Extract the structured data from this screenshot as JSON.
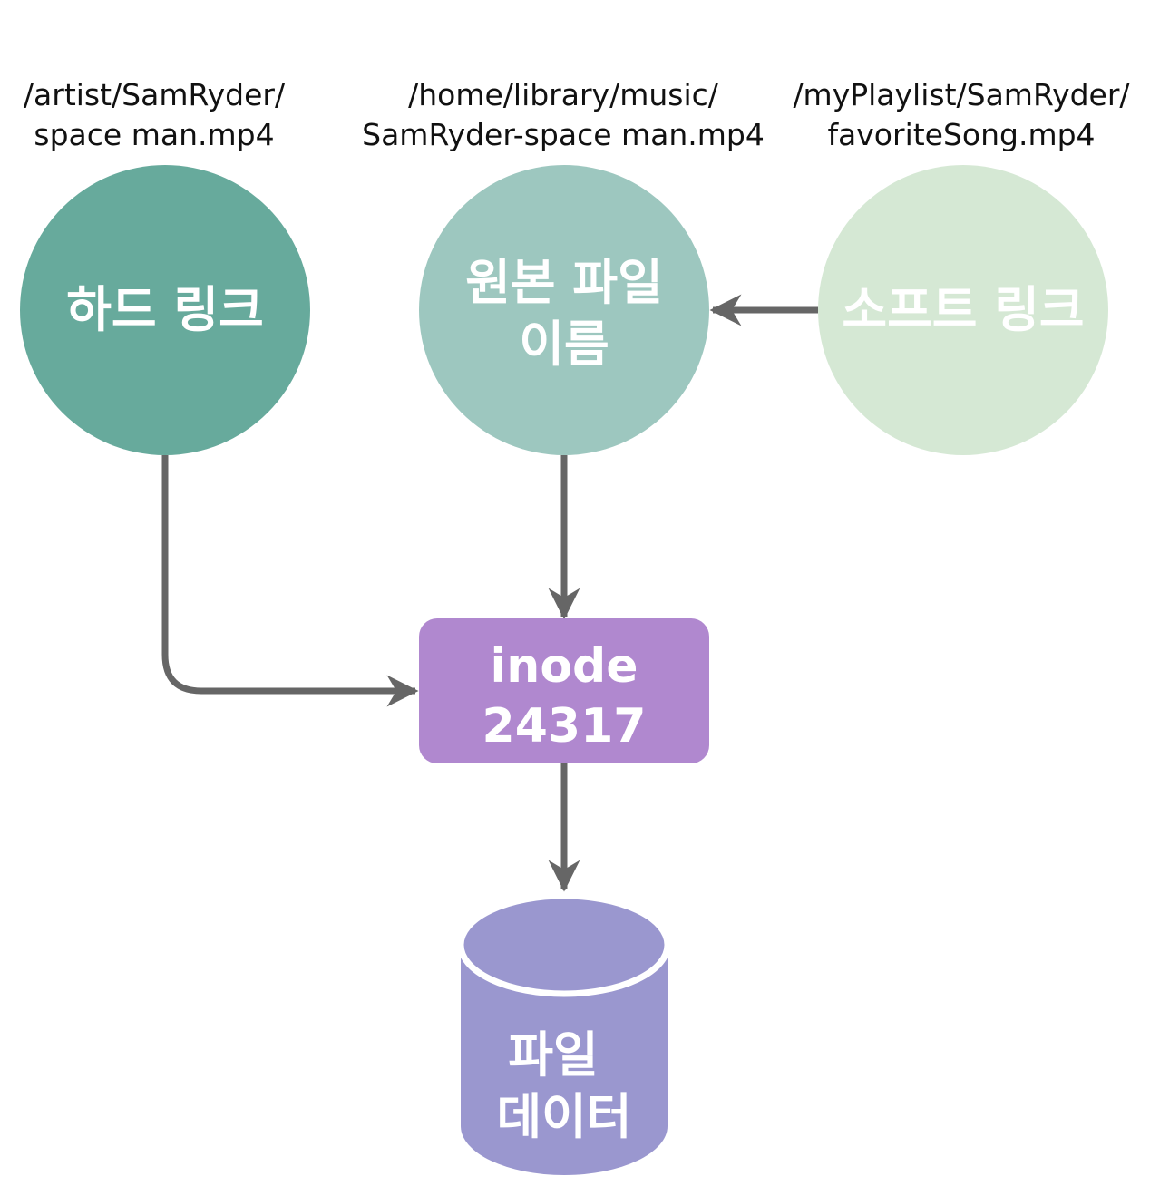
{
  "colors": {
    "hard_link": "#67aa9c",
    "original": "#9dc7bf",
    "soft_link": "#d5e8d4",
    "inode": "#b088cf",
    "file_data": "#9a97cf",
    "arrow": "#666666",
    "label_text": "#111111",
    "node_text": "#ffffff"
  },
  "paths": {
    "hard_link": {
      "line1": "/artist/SamRyder/",
      "line2": "space man.mp4"
    },
    "original": {
      "line1": "/home/library/music/",
      "line2": "SamRyder-space man.mp4"
    },
    "soft_link": {
      "line1": "/myPlaylist/SamRyder/",
      "line2": "favoriteSong.mp4"
    }
  },
  "nodes": {
    "hard_link": {
      "line1": "하드 링크"
    },
    "original": {
      "line1": "원본 파일",
      "line2": "이름"
    },
    "soft_link": {
      "line1": "소프트 링크"
    },
    "inode": {
      "line1": "inode",
      "line2": "24317"
    },
    "file_data": {
      "line1": "파일",
      "line2": "데이터"
    }
  }
}
